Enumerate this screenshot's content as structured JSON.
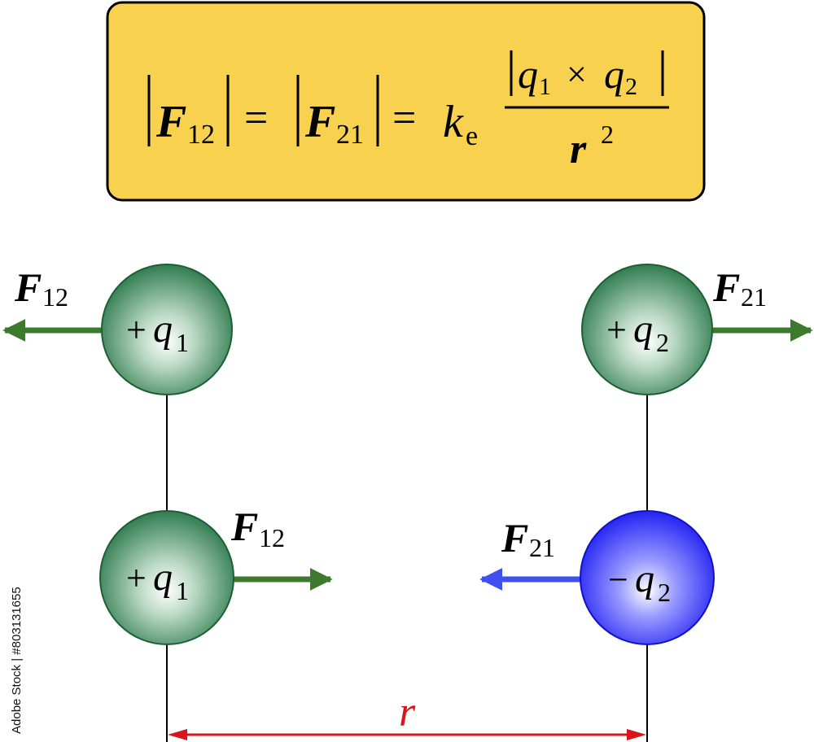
{
  "formula": {
    "lhs_symbol": "F",
    "lhs_sub": "12",
    "mid_symbol": "F",
    "mid_sub": "21",
    "equals": "=",
    "const_symbol": "k",
    "const_sub": "e",
    "num_q1": "q",
    "num_q1_sub": "1",
    "times": "×",
    "num_q2": "q",
    "num_q2_sub": "2",
    "den_symbol": "r",
    "den_exp": "2"
  },
  "charges": {
    "top_left": {
      "sign": "+",
      "symbol": "q",
      "sub": "1"
    },
    "top_right": {
      "sign": "+",
      "symbol": "q",
      "sub": "2"
    },
    "bottom_left": {
      "sign": "+",
      "symbol": "q",
      "sub": "1"
    },
    "bottom_right": {
      "sign": "−",
      "symbol": "q",
      "sub": "2"
    }
  },
  "forces": {
    "top_left": {
      "symbol": "F",
      "sub": "12"
    },
    "top_right": {
      "symbol": "F",
      "sub": "21"
    },
    "bottom_left": {
      "symbol": "F",
      "sub": "12"
    },
    "bottom_right": {
      "symbol": "F",
      "sub": "21"
    }
  },
  "distance": {
    "symbol": "r"
  },
  "stock_id": "Adobe Stock | #803131655",
  "colors": {
    "formula_box": "#f8d24e",
    "positive_charge": "#2a7a45",
    "negative_charge": "#1818f0",
    "force_arrow_green": "#3e7a2e",
    "force_arrow_blue": "#3f4ff0",
    "distance_arrow": "#d9141c"
  }
}
